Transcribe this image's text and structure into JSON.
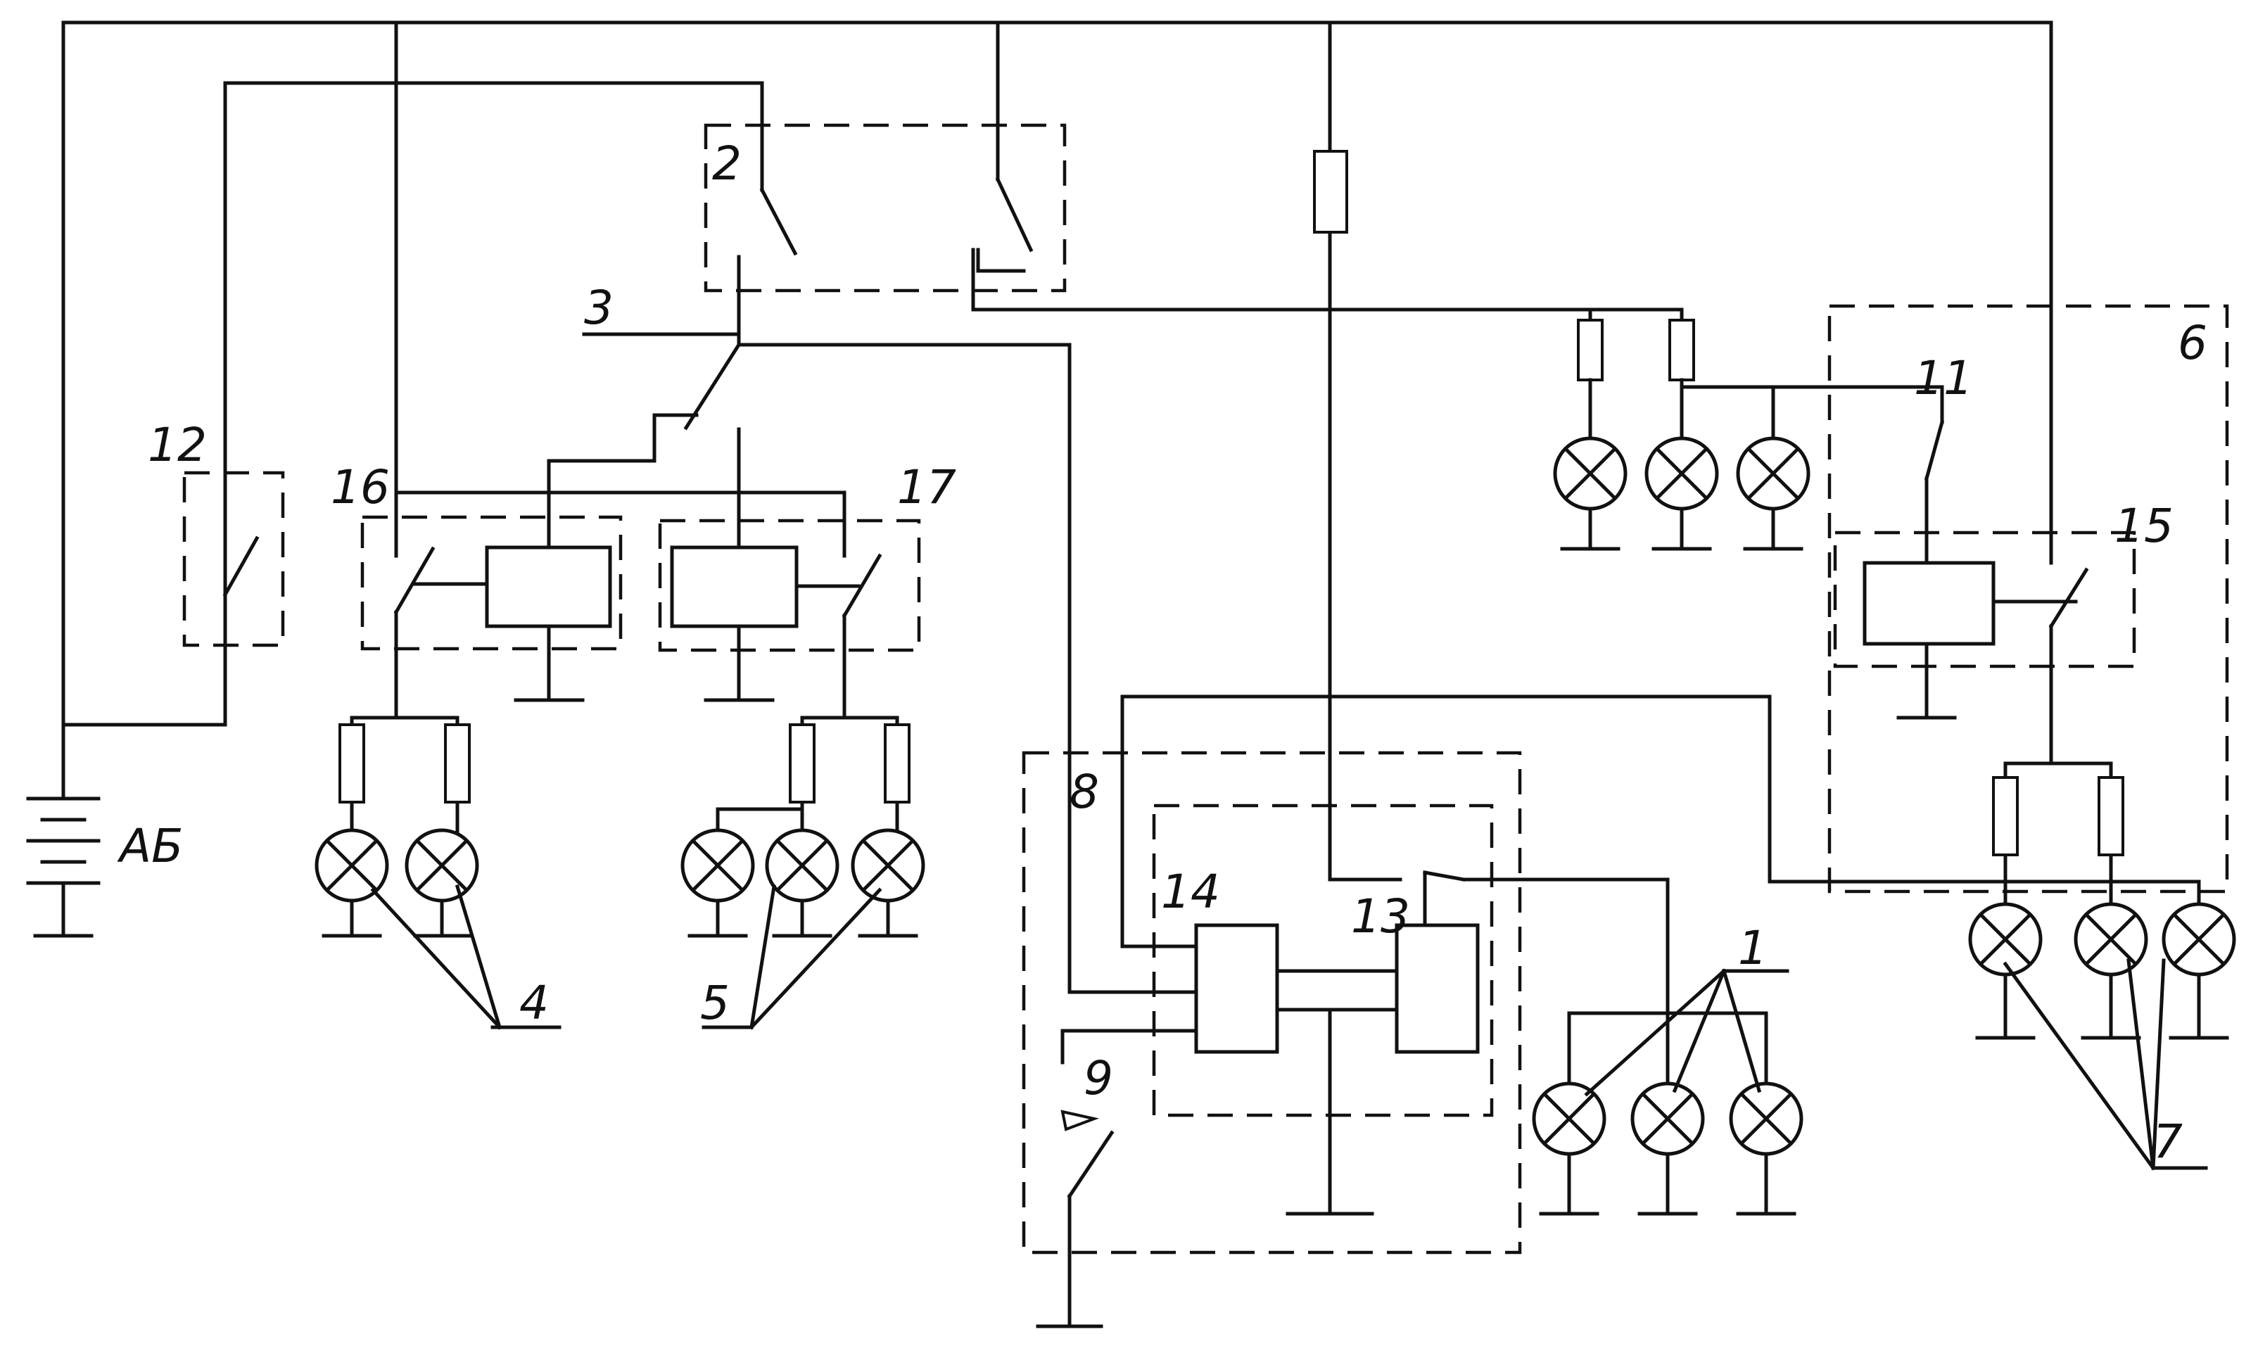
{
  "labels": {
    "n1": "1",
    "n2": "2",
    "n3": "3",
    "n4": "4",
    "n5": "5",
    "n6": "6",
    "n7": "7",
    "n8": "8",
    "n9": "9",
    "n11": "11",
    "n12": "12",
    "n13": "13",
    "n14": "14",
    "n15": "15",
    "n16": "16",
    "n17": "17",
    "battery": "АБ"
  }
}
